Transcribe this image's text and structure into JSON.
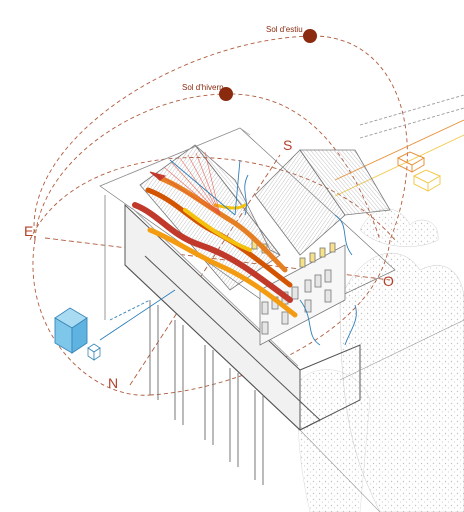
{
  "labels": {
    "sun_summer": "Sol d'estiu",
    "sun_winter": "Sol d'hivern",
    "north": "N",
    "south": "S",
    "east": "E",
    "west": "O"
  },
  "colors": {
    "sun": "#8a2a0f",
    "sun_path": "#b05a3c",
    "compass_text": "#b5402a",
    "structure": "#555555",
    "roof_hatch": "#8a8a8a",
    "water_line": "#2f7fb8",
    "cube": "#7ec6ea",
    "heat_red": "#c0392b",
    "heat_orange": "#e67e22",
    "heat_yellow": "#f4c20d",
    "window_yellow": "#f7e28a",
    "tree": "#b8b8b8",
    "equipment_orange": "#e8913a",
    "equipment_yellow": "#f2c94c"
  }
}
